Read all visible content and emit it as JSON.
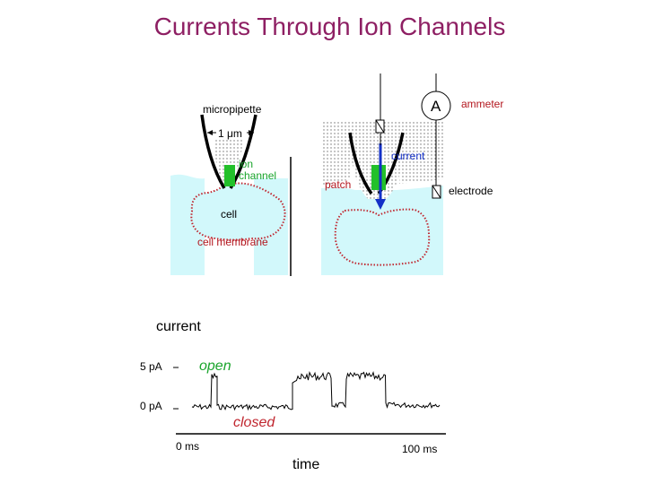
{
  "title": "Currents Through Ion Channels",
  "colors": {
    "title": "#8e1f63",
    "cell_fill": "#d2f8fb",
    "channel": "#22c02a",
    "membrane_label": "#b3161e",
    "current_arrow": "#1330c8",
    "open_label": "#1aa52c",
    "closed_label": "#c0262f",
    "trace": "#000000"
  },
  "diagram": {
    "micropipette_label": "micropipette",
    "scale_label": "1 μm",
    "ion_channel_label_line1": "ion",
    "ion_channel_label_line2": "channel",
    "cell_label": "cell",
    "cell_membrane_label": "cell membrane",
    "ammeter_symbol": "A",
    "ammeter_label": "ammeter",
    "current_label": "current",
    "patch_label": "patch",
    "electrode_label": "electrode"
  },
  "recording": {
    "ylabel": "current",
    "y_tick_high": "5 pA",
    "y_tick_low": "0 pA",
    "open_label": "open",
    "closed_label": "closed",
    "x_tick_start": "0 ms",
    "x_tick_end": "100 ms",
    "xlabel": "time"
  }
}
